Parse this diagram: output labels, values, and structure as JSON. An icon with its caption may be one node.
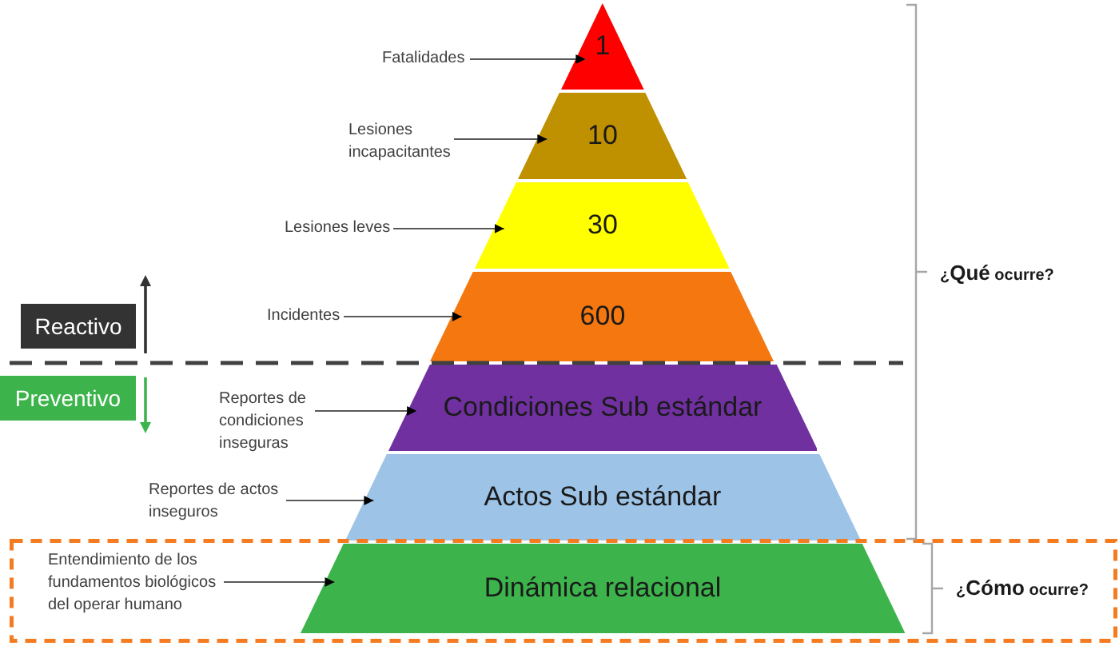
{
  "diagram": {
    "nodes": [
      {
        "text": [
          "1"
        ]
      },
      {
        "text": [
          "10"
        ]
      },
      {
        "text": [
          "30"
        ]
      },
      {
        "text": [
          "600"
        ]
      },
      {
        "text": [
          "Condiciones Sub estándar"
        ]
      },
      {
        "text": [
          "Actos Sub estándar"
        ]
      },
      {
        "text": [
          "¿**Cómo** ocurre?"
        ]
      },
      {
        "text": [
          "Dinámica relacional"
        ],
        "in": 6
      },
      {
        "text": [
          "Fatalidades"
        ]
      },
      {
        "text": [
          "Lesiones incapacitantes"
        ]
      },
      {
        "text": [
          "Lesiones leves"
        ]
      },
      {
        "text": [
          "Reactivo"
        ]
      },
      {
        "text": [
          "Incidentes"
        ]
      },
      {
        "text": [
          "Preventivo"
        ]
      },
      {
        "text": [
          "Reportes de condiciones inseguras"
        ]
      },
      {
        "text": [
          "Reportes de actos inseguros"
        ]
      },
      {
        "text": [
          "Entendimiento de los fundamentos biológicos del operar humano"
        ],
        "in": 6
      }
    ],
    "edges": [
      {
        "from": 8,
        "to": 0,
        "arrow": "to"
      },
      {
        "from": 9,
        "to": 1,
        "arrow": "to"
      },
      {
        "from": 10,
        "to": 2,
        "arrow": "to"
      },
      {
        "from": 12,
        "to": 3,
        "arrow": "to"
      },
      {
        "from": 14,
        "to": 4,
        "arrow": "to"
      },
      {
        "from": 15,
        "to": 5,
        "arrow": "to"
      },
      {
        "from": 16,
        "to": 7,
        "arrow": "to"
      }
    ],
    "labels": [
      "¿**Qué** ocurre?"
    ]
  }
}
